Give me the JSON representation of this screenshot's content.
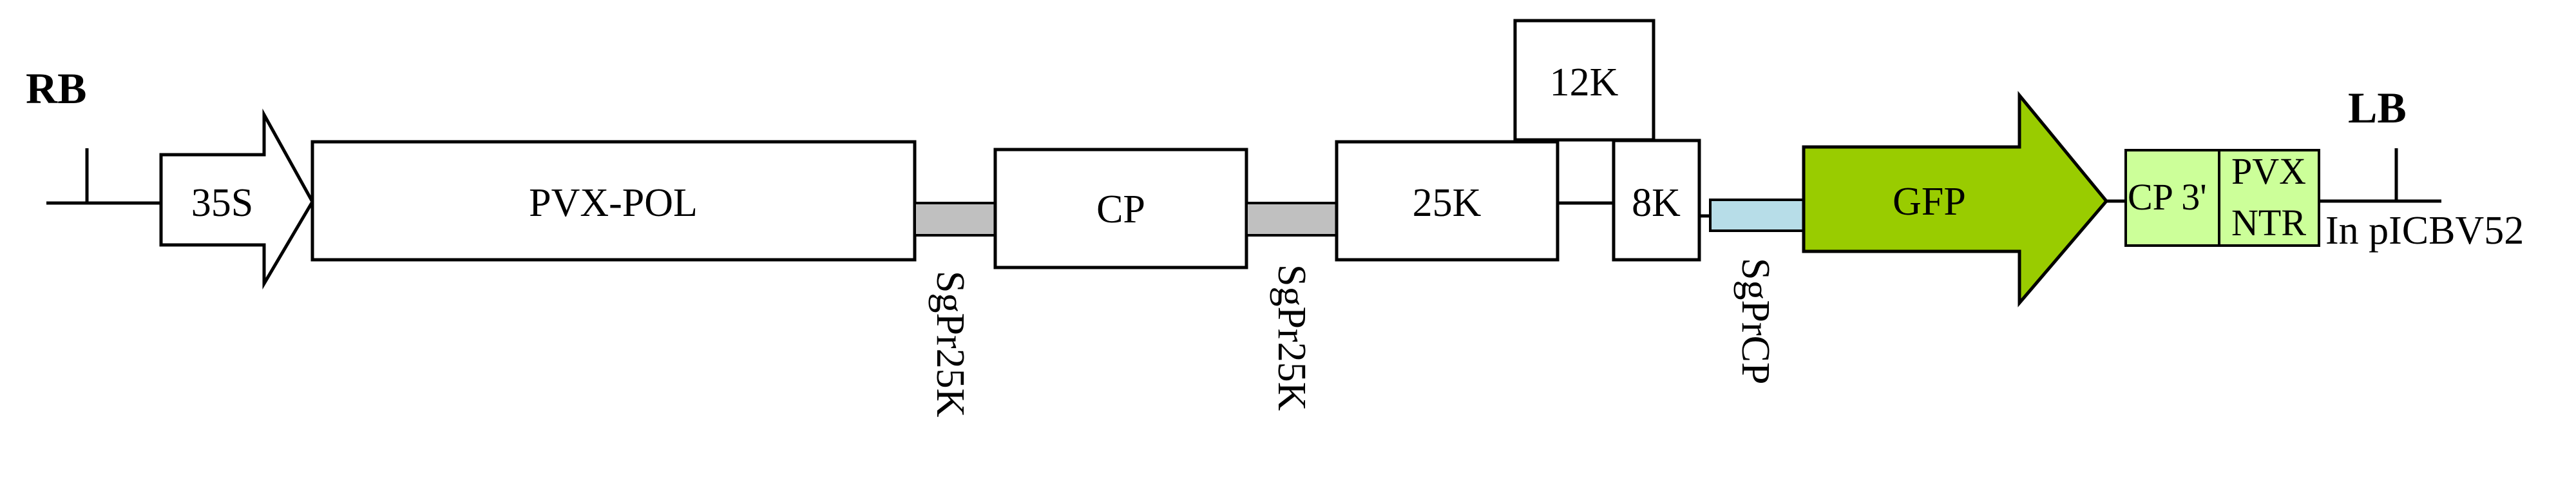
{
  "diagram": {
    "border_left": "RB",
    "border_right": "LB",
    "vector_note": "In pICBV52",
    "elements": {
      "promoter": "35S",
      "polymerase": "PVX-POL",
      "sg_promoter_1": "SgPr25K",
      "coat_protein": "CP",
      "sg_promoter_2": "SgPr25K",
      "gene_25k": "25K",
      "gene_12k": "12K",
      "gene_8k": "8K",
      "sg_promoter_cp": "SgPrCP",
      "reporter": "GFP",
      "cp_3prime": "CP 3'",
      "pvx_ntr_line1": "PVX",
      "pvx_ntr_line2": "NTR"
    },
    "colors": {
      "outline": "#000000",
      "sg_promoter_fill": "#c0c0c0",
      "sg_promoter_cp_fill": "#b7dde8",
      "gfp_fill": "#99cc00",
      "ntr_fill": "#ccff99",
      "box_fill": "#ffffff"
    }
  }
}
